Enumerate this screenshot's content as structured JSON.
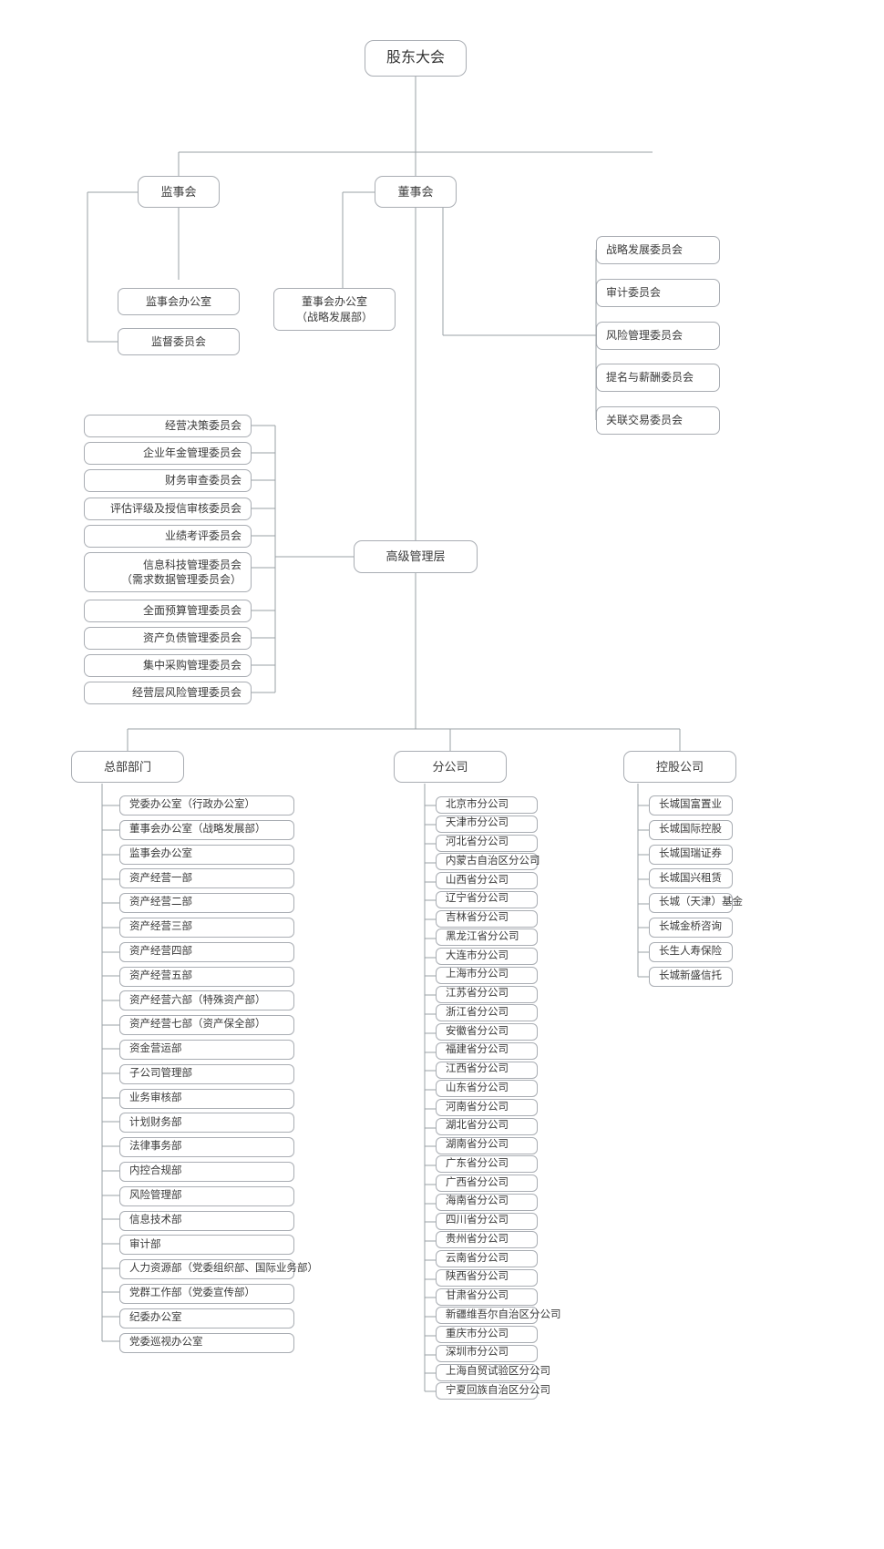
{
  "diagram": {
    "title_node": "股东大会",
    "level2": {
      "supervisory_board": "监事会",
      "board_of_directors": "董事会"
    },
    "supervisory_children": [
      "监事会办公室",
      "监督委员会"
    ],
    "board_office": {
      "line1": "董事会办公室",
      "line2": "（战略发展部）"
    },
    "board_committees": [
      "战略发展委员会",
      "审计委员会",
      "风险管理委员会",
      "提名与薪酬委员会",
      "关联交易委员会"
    ],
    "senior_management": "高级管理层",
    "management_committees": [
      {
        "text": "经营决策委员会"
      },
      {
        "text": "企业年金管理委员会"
      },
      {
        "text": "财务审查委员会"
      },
      {
        "text": "评估评级及授信审核委员会"
      },
      {
        "text": "业绩考评委员会"
      },
      {
        "line1": "信息科技管理委员会",
        "line2": "（需求数据管理委员会）"
      },
      {
        "text": "全面预算管理委员会"
      },
      {
        "text": "资产负债管理委员会"
      },
      {
        "text": "集中采购管理委员会"
      },
      {
        "text": "经营层风险管理委员会"
      }
    ],
    "groups": {
      "headquarters": {
        "title": "总部部门",
        "items": [
          "党委办公室（行政办公室）",
          "董事会办公室（战略发展部）",
          "监事会办公室",
          "资产经营一部",
          "资产经营二部",
          "资产经营三部",
          "资产经营四部",
          "资产经营五部",
          "资产经营六部（特殊资产部）",
          "资产经营七部（资产保全部）",
          "资金营运部",
          "子公司管理部",
          "业务审核部",
          "计划财务部",
          "法律事务部",
          "内控合规部",
          "风险管理部",
          "信息技术部",
          "审计部",
          "人力资源部（党委组织部、国际业务部）",
          "党群工作部（党委宣传部）",
          "纪委办公室",
          "党委巡视办公室"
        ]
      },
      "branches": {
        "title": "分公司",
        "items": [
          "北京市分公司",
          "天津市分公司",
          "河北省分公司",
          "内蒙古自治区分公司",
          "山西省分公司",
          "辽宁省分公司",
          "吉林省分公司",
          "黑龙江省分公司",
          "大连市分公司",
          "上海市分公司",
          "江苏省分公司",
          "浙江省分公司",
          "安徽省分公司",
          "福建省分公司",
          "江西省分公司",
          "山东省分公司",
          "河南省分公司",
          "湖北省分公司",
          "湖南省分公司",
          "广东省分公司",
          "广西省分公司",
          "海南省分公司",
          "四川省分公司",
          "贵州省分公司",
          "云南省分公司",
          "陕西省分公司",
          "甘肃省分公司",
          "新疆维吾尔自治区分公司",
          "重庆市分公司",
          "深圳市分公司",
          "上海自贸试验区分公司",
          "宁夏回族自治区分公司"
        ]
      },
      "holdings": {
        "title": "控股公司",
        "items": [
          "长城国富置业",
          "长城国际控股",
          "长城国瑞证券",
          "长城国兴租赁",
          "长城（天津）基金",
          "长城金桥咨询",
          "长生人寿保险",
          "长城新盛信托"
        ]
      }
    },
    "colors": {
      "border": "#a9adb3",
      "line": "#9aa0a6",
      "text": "#3a3a3a",
      "background": "#ffffff"
    }
  }
}
